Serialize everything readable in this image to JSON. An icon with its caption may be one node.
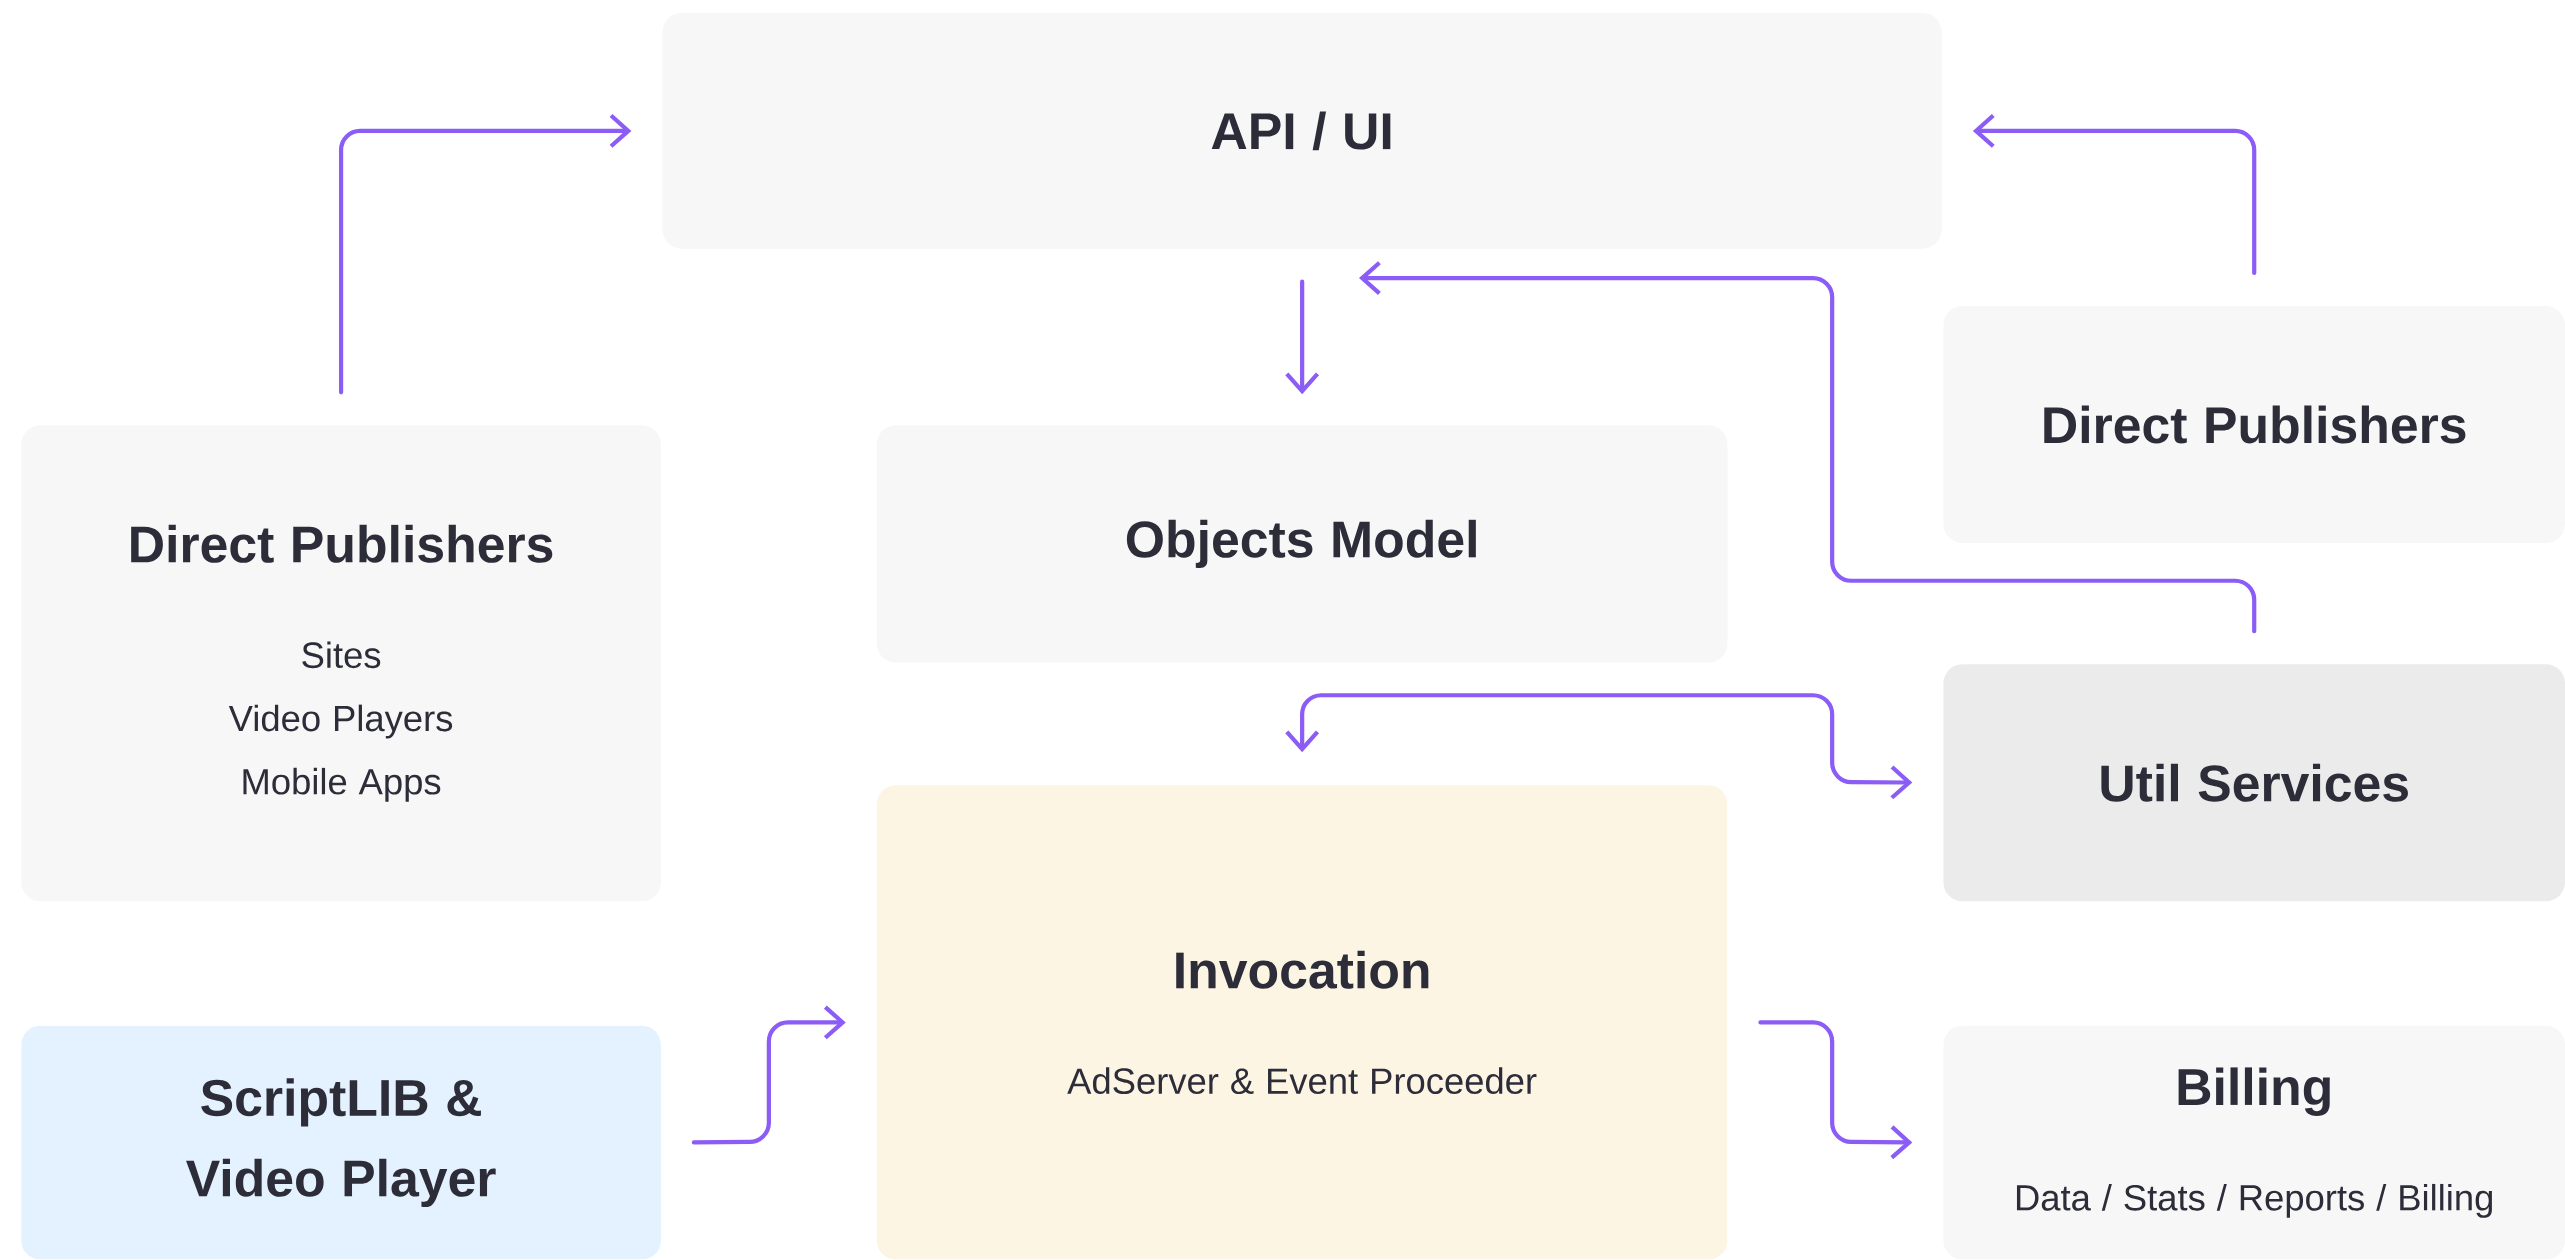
{
  "diagram": {
    "nodes": [
      {
        "text": [
          "API / UI"
        ]
      },
      {
        "text": [
          "Direct Publishers",
          "Sites",
          "Video Players",
          "Mobile Apps"
        ]
      },
      {
        "text": [
          "Direct Publishers"
        ]
      },
      {
        "text": [
          "Objects Model"
        ]
      },
      {
        "text": [
          "Util Services"
        ]
      },
      {
        "text": [
          "Invocation",
          "AdServer & Event Proceeder"
        ]
      },
      {
        "text": [
          "ScriptLIB & Video Player"
        ]
      },
      {
        "text": [
          "Billing",
          "Data / Stats / Reports / Billing"
        ]
      }
    ],
    "edges": [
      {
        "from": 1,
        "to": 0,
        "arrow": "to"
      },
      {
        "from": 2,
        "to": 0,
        "arrow": "to"
      },
      {
        "from": 0,
        "to": 3,
        "arrow": "to"
      },
      {
        "from": 4,
        "to": 0,
        "arrow": "to"
      },
      {
        "from": 5,
        "to": 4,
        "arrow": "both"
      },
      {
        "from": 6,
        "to": 5,
        "arrow": "to"
      },
      {
        "from": 5,
        "to": 7,
        "arrow": "to"
      }
    ]
  }
}
